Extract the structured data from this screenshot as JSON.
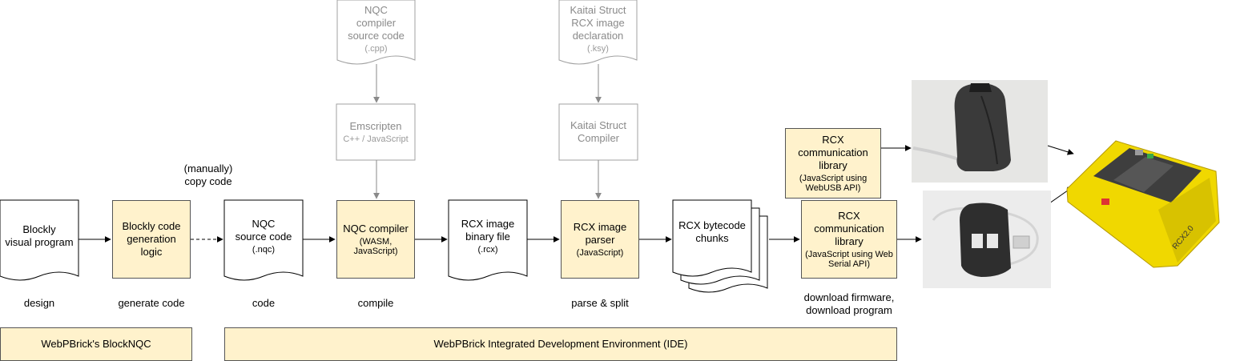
{
  "top_nodes": {
    "nqc_cpp": {
      "title": "NQC\ncompiler\nsource code",
      "sub": "(.cpp)"
    },
    "kaitai_ksy": {
      "title": "Kaitai Struct\nRCX image\ndeclaration",
      "sub": "(.ksy)"
    },
    "emscripten": {
      "title": "Emscripten",
      "sub": "C++ / JavaScript"
    },
    "kaitai_compiler": {
      "title": "Kaitai Struct\nCompiler",
      "sub": ""
    }
  },
  "nodes": {
    "blockly_program": {
      "title": "Blockly\nvisual program"
    },
    "blockly_codegen": {
      "title": "Blockly code\ngeneration\nlogic"
    },
    "nqc_source": {
      "title": "NQC\nsource code",
      "sub": "(.nqc)"
    },
    "nqc_compiler": {
      "title": "NQC compiler",
      "sub": "(WASM,\nJavaScript)"
    },
    "rcx_image_file": {
      "title": "RCX image\nbinary file",
      "sub": "(.rcx)"
    },
    "rcx_parser": {
      "title": "RCX image\nparser",
      "sub": "(JavaScript)"
    },
    "bytecode_chunks": {
      "title": "RCX bytecode\nchunks"
    },
    "comm_webusb": {
      "title": "RCX\ncommunication\nlibrary",
      "sub": "(JavaScript using\nWebUSB API)"
    },
    "comm_webserial": {
      "title": "RCX\ncommunication\nlibrary",
      "sub": "(JavaScript using\nWeb Serial API)"
    }
  },
  "edge_labels": {
    "manual_copy": "(manually)\ncopy code"
  },
  "stages": {
    "design": "design",
    "generate": "generate code",
    "code": "code",
    "compile": "compile",
    "parse": "parse & split",
    "download": "download firmware,\ndownload program"
  },
  "groups": {
    "blocknqc": "WebPBrick's BlockNQC",
    "ide": "WebPBrick Integrated Development Environment (IDE)"
  },
  "photo_labels": {
    "rcx_brick": "RCX2.0"
  },
  "colors": {
    "yellow_fill": "#fff2cc",
    "grey_stroke": "#a0a0a0",
    "black_stroke": "#000000"
  }
}
